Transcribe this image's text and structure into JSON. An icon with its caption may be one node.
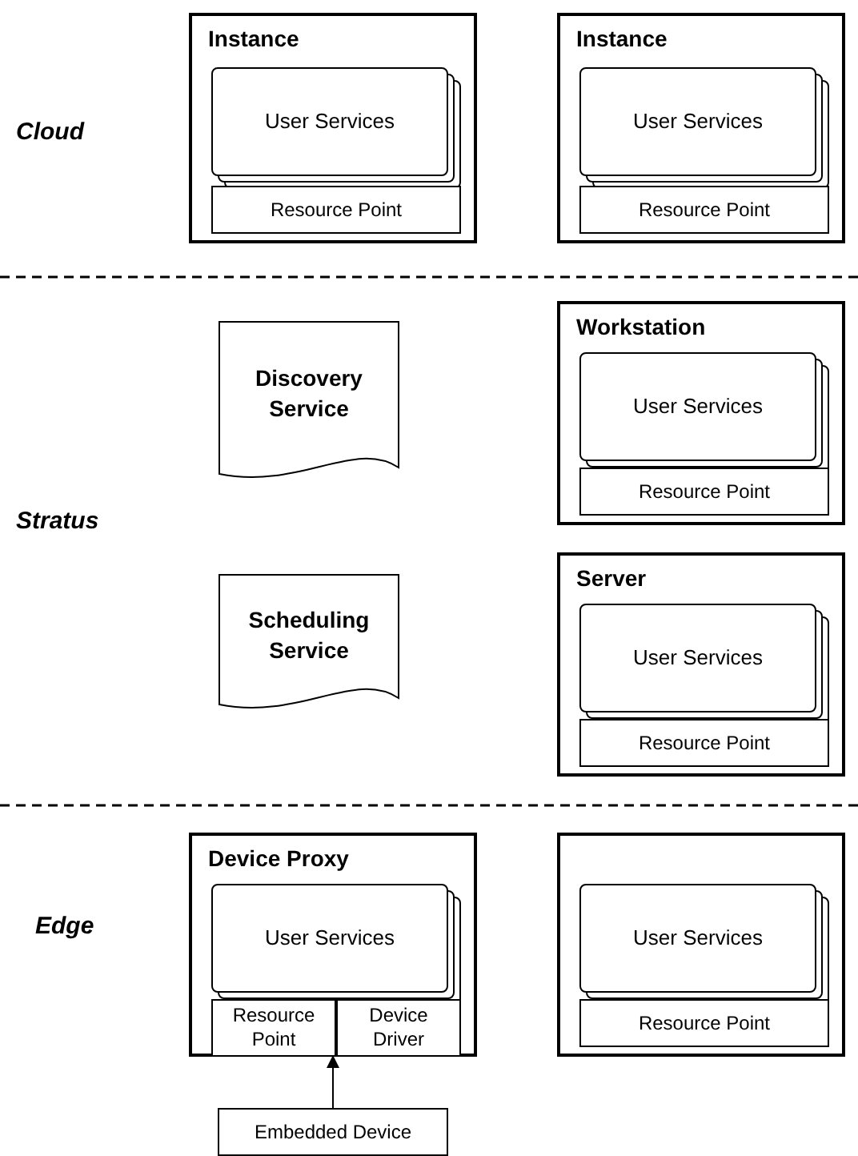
{
  "diagram": {
    "nodes": [
      {
        "text": [
          "Instance"
        ]
      },
      {
        "text": [
          "User Services"
        ],
        "in": 0
      },
      {
        "text": [
          "Resource Point"
        ],
        "in": 0
      },
      {
        "text": [
          "Instance"
        ]
      },
      {
        "text": [
          "User Services"
        ],
        "in": 3
      },
      {
        "text": [
          "Resource Point"
        ],
        "in": 3
      },
      {
        "text": [
          "Discovery Service"
        ]
      },
      {
        "text": [
          "Workstation"
        ]
      },
      {
        "text": [
          "User Services"
        ],
        "in": 7
      },
      {
        "text": [
          "Resource Point"
        ],
        "in": 7
      },
      {
        "text": [
          "Scheduling Service"
        ]
      },
      {
        "text": [
          "Server"
        ]
      },
      {
        "text": [
          "User Services"
        ],
        "in": 11
      },
      {
        "text": [
          "Resource Point"
        ],
        "in": 11
      },
      {
        "text": [
          "Device Proxy"
        ]
      },
      {
        "text": [
          "User Services"
        ],
        "in": 14
      },
      {
        "text": [
          "Resource Point"
        ],
        "in": 14
      },
      {
        "text": [
          "Device Driver"
        ],
        "in": 14
      },
      {
        "text": [],
        "shape": "box"
      },
      {
        "text": [
          "User Services"
        ],
        "in": 18
      },
      {
        "text": [
          "Resource Point"
        ],
        "in": 18
      },
      {
        "text": [
          "Embedded Device"
        ]
      }
    ],
    "edges": [
      {
        "from": 21,
        "to": 14,
        "arrow": "to"
      }
    ],
    "labels": [
      "Cloud",
      "Stratus",
      "Edge"
    ]
  }
}
